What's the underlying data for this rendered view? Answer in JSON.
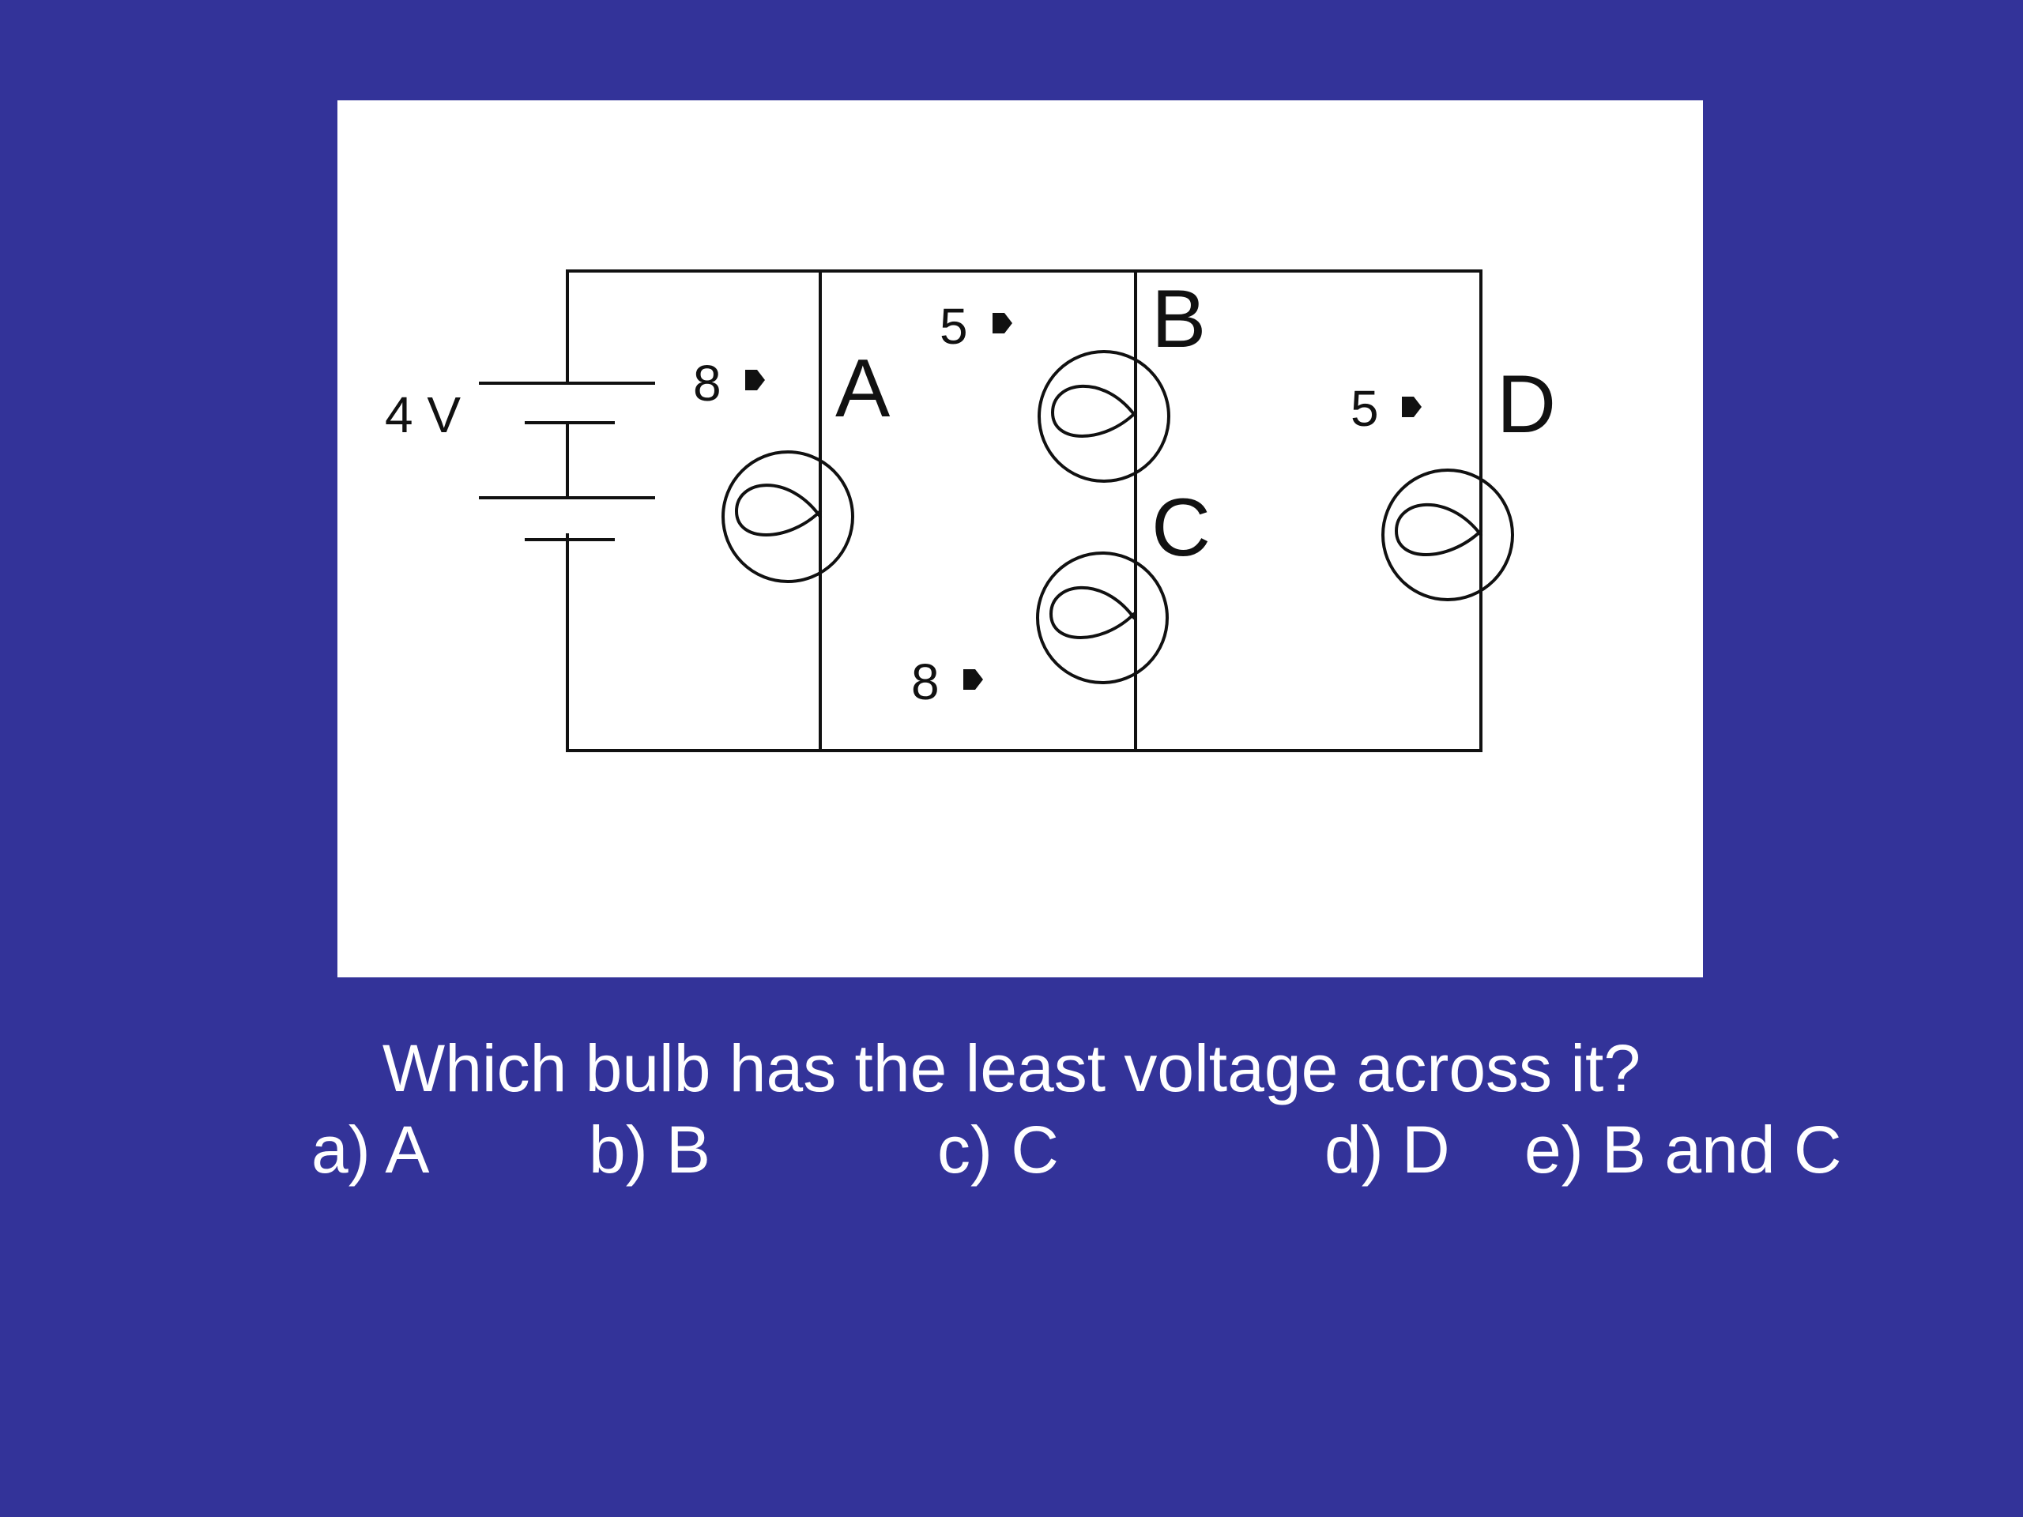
{
  "colors": {
    "background": "#333399",
    "panel": "#ffffff",
    "ink": "#111111",
    "text": "#ffffff"
  },
  "circuit": {
    "battery_label": "4 V",
    "bulbs": [
      {
        "name": "A",
        "resistance": "8"
      },
      {
        "name": "B",
        "resistance": "5"
      },
      {
        "name": "C",
        "resistance": "8"
      },
      {
        "name": "D",
        "resistance": "5"
      }
    ]
  },
  "question": {
    "text": "Which bulb has the least voltage across it?",
    "options": [
      "a) A",
      "b) B",
      "c) C",
      "d) D",
      "e) B and C"
    ]
  }
}
